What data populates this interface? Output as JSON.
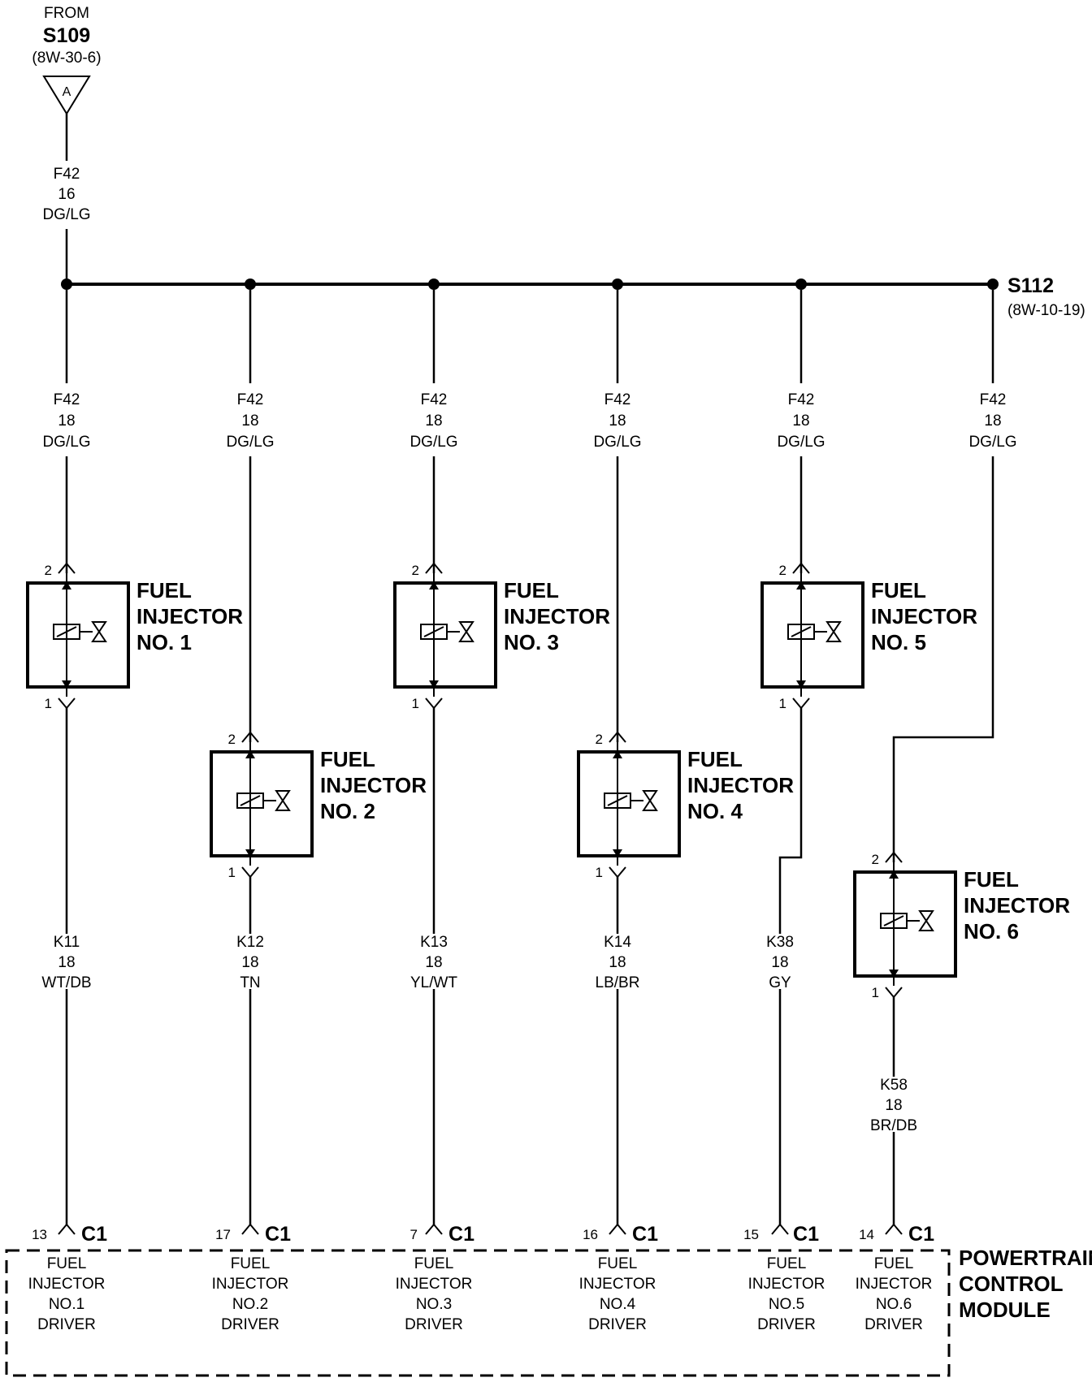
{
  "source": {
    "from": "FROM",
    "splice": "S109",
    "ref": "(8W-30-6)",
    "connector": "A"
  },
  "feed": {
    "circuit": "F42",
    "gauge": "16",
    "color": "DG/LG"
  },
  "splice_right": {
    "id": "S112",
    "ref": "(8W-10-19)"
  },
  "branches": [
    {
      "circuit": "F42",
      "gauge": "18",
      "color": "DG/LG"
    },
    {
      "circuit": "F42",
      "gauge": "18",
      "color": "DG/LG"
    },
    {
      "circuit": "F42",
      "gauge": "18",
      "color": "DG/LG"
    },
    {
      "circuit": "F42",
      "gauge": "18",
      "color": "DG/LG"
    },
    {
      "circuit": "F42",
      "gauge": "18",
      "color": "DG/LG"
    },
    {
      "circuit": "F42",
      "gauge": "18",
      "color": "DG/LG"
    }
  ],
  "injectors": [
    {
      "line1": "FUEL",
      "line2": "INJECTOR",
      "line3": "NO. 1",
      "pin_top": "2",
      "pin_bottom": "1"
    },
    {
      "line1": "FUEL",
      "line2": "INJECTOR",
      "line3": "NO. 2",
      "pin_top": "2",
      "pin_bottom": "1"
    },
    {
      "line1": "FUEL",
      "line2": "INJECTOR",
      "line3": "NO. 3",
      "pin_top": "2",
      "pin_bottom": "1"
    },
    {
      "line1": "FUEL",
      "line2": "INJECTOR",
      "line3": "NO. 4",
      "pin_top": "2",
      "pin_bottom": "1"
    },
    {
      "line1": "FUEL",
      "line2": "INJECTOR",
      "line3": "NO. 5",
      "pin_top": "2",
      "pin_bottom": "1"
    },
    {
      "line1": "FUEL",
      "line2": "INJECTOR",
      "line3": "NO. 6",
      "pin_top": "2",
      "pin_bottom": "1"
    }
  ],
  "drivers": [
    {
      "circuit": "K11",
      "gauge": "18",
      "color": "WT/DB"
    },
    {
      "circuit": "K12",
      "gauge": "18",
      "color": "TN"
    },
    {
      "circuit": "K13",
      "gauge": "18",
      "color": "YL/WT"
    },
    {
      "circuit": "K14",
      "gauge": "18",
      "color": "LB/BR"
    },
    {
      "circuit": "K38",
      "gauge": "18",
      "color": "GY"
    },
    {
      "circuit": "K58",
      "gauge": "18",
      "color": "BR/DB"
    }
  ],
  "pcm_pins": [
    {
      "pin": "13",
      "connector": "C1",
      "l1": "FUEL",
      "l2": "INJECTOR",
      "l3": "NO.1",
      "l4": "DRIVER"
    },
    {
      "pin": "17",
      "connector": "C1",
      "l1": "FUEL",
      "l2": "INJECTOR",
      "l3": "NO.2",
      "l4": "DRIVER"
    },
    {
      "pin": "7",
      "connector": "C1",
      "l1": "FUEL",
      "l2": "INJECTOR",
      "l3": "NO.3",
      "l4": "DRIVER"
    },
    {
      "pin": "16",
      "connector": "C1",
      "l1": "FUEL",
      "l2": "INJECTOR",
      "l3": "NO.4",
      "l4": "DRIVER"
    },
    {
      "pin": "15",
      "connector": "C1",
      "l1": "FUEL",
      "l2": "INJECTOR",
      "l3": "NO.5",
      "l4": "DRIVER"
    },
    {
      "pin": "14",
      "connector": "C1",
      "l1": "FUEL",
      "l2": "INJECTOR",
      "l3": "NO.6",
      "l4": "DRIVER"
    }
  ],
  "module": {
    "line1": "POWERTRAIN",
    "line2": "CONTROL",
    "line3": "MODULE"
  }
}
